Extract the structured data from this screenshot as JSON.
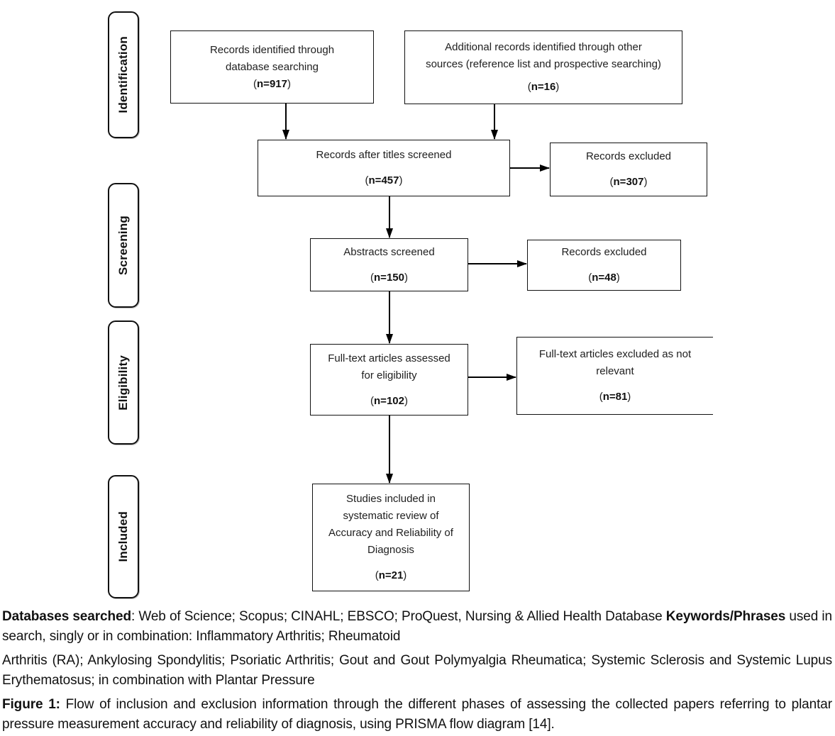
{
  "figure": {
    "stages": [
      {
        "label": "Identification"
      },
      {
        "label": "Screening"
      },
      {
        "label": "Eligibility"
      },
      {
        "label": "Included"
      }
    ],
    "punct": {
      "open": "(",
      "close": ")"
    },
    "boxes": {
      "identified": {
        "text": "Records identified through\ndatabase searching",
        "n": "n=917"
      },
      "additional": {
        "text": "Additional records identified through other\nsources (reference list and prospective searching)",
        "n": "n=16"
      },
      "titles_screened": {
        "text": "Records after titles screened",
        "n": "n=457"
      },
      "excluded_titles": {
        "text": "Records excluded",
        "n": "n=307"
      },
      "abstracts": {
        "text": "Abstracts screened",
        "n": "n=150"
      },
      "excluded_abstracts": {
        "text": "Records excluded",
        "n": "n=48"
      },
      "fulltext": {
        "text": "Full-text articles assessed\nfor eligibility",
        "n": "n=102"
      },
      "excluded_fulltext": {
        "text": "Full-text articles excluded as not\nrelevant",
        "n": "n=81"
      },
      "included_studies": {
        "text": "Studies included in\nsystematic review of\nAccuracy and Reliability of\nDiagnosis",
        "n": "n=21"
      }
    }
  },
  "notes": {
    "databases": [
      {
        "text": "Databases searched",
        "bold": true
      },
      {
        "text": ": Web of Science; Scopus; CINAHL; EBSCO; ProQuest, Nursing & Allied Health Database ",
        "bold": false
      },
      {
        "text": "Keywords/Phrases",
        "bold": true
      },
      {
        "text": " used in search, singly or in combination: Inflammatory Arthritis; Rheumatoid",
        "bold": false
      }
    ],
    "keywords": [
      {
        "text": "Arthritis (RA); Ankylosing Spondylitis; Psoriatic Arthritis; Gout and Gout Polymyalgia Rheumatica; Systemic Sclerosis and Systemic Lupus Erythematosus; in combination with Plantar Pressure",
        "bold": false
      }
    ],
    "caption": [
      {
        "text": "Figure 1:",
        "bold": true
      },
      {
        "text": " Flow of inclusion and exclusion information through the different phases of assessing the collected papers referring to plantar pressure measurement accuracy and reliability of diagnosis, using PRISMA flow diagram [14].",
        "bold": false
      }
    ]
  },
  "colors": {
    "ink": "#000000",
    "background": "#ffffff"
  }
}
